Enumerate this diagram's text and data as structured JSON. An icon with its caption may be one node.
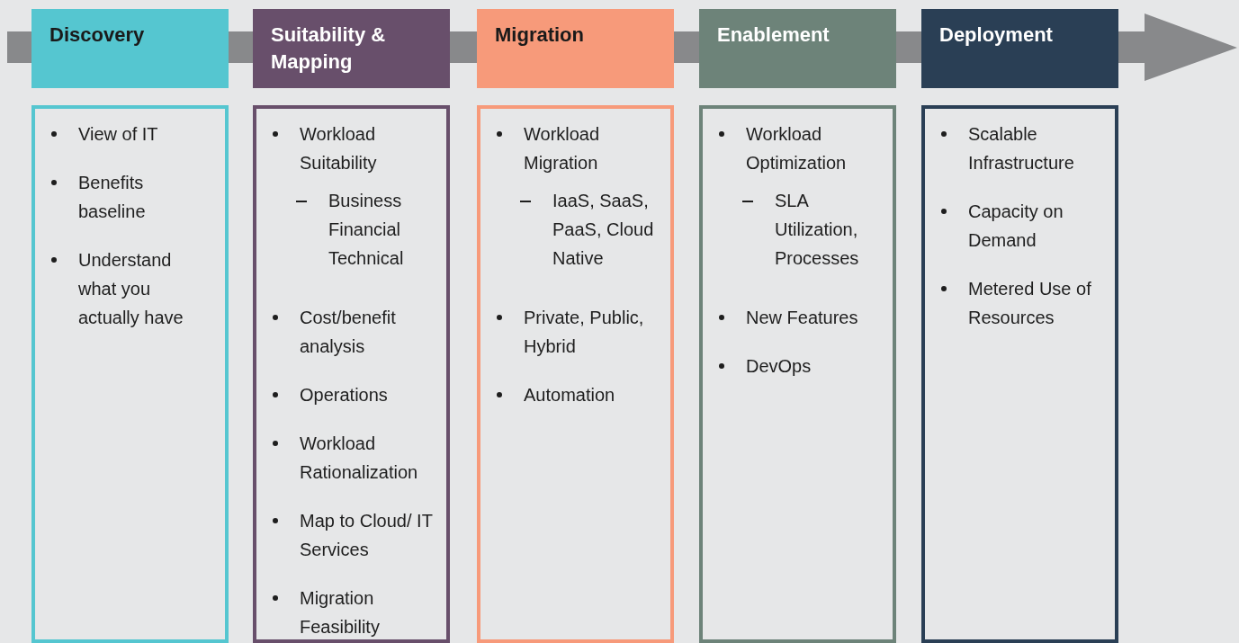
{
  "diagram": {
    "nodes": [
      {
        "text": [
          "Discovery"
        ]
      },
      {
        "text": [
          "Suitability & Mapping"
        ]
      },
      {
        "text": [
          "Migration"
        ]
      },
      {
        "text": [
          "Enablement"
        ]
      },
      {
        "text": [
          "Deployment"
        ]
      },
      {
        "text": [
          "View of IT",
          "Benefits baseline",
          "Understand what you actually have"
        ]
      },
      {
        "text": [
          "Workload Suitability",
          "Business Financial Technical",
          "Cost/benefit analysis",
          "Operations",
          "Workload Rationalization",
          "Map to Cloud/ IT Services",
          "Migration Feasibility"
        ]
      },
      {
        "text": [
          "Workload Migration",
          "IaaS, SaaS, PaaS, Cloud Native",
          "Private, Public, Hybrid",
          "Automation"
        ]
      },
      {
        "text": [
          "Workload Optimization",
          "SLA Utilization, Processes",
          "New Features",
          "DevOps"
        ]
      },
      {
        "text": [
          "Scalable Infrastructure",
          "Capacity on Demand",
          "Metered Use of Resources"
        ]
      }
    ]
  }
}
